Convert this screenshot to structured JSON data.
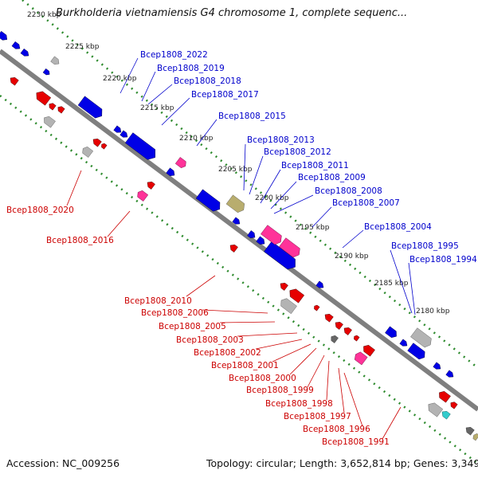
{
  "title": "Burkholderia vietnamiensis G4 chromosome 1, complete sequenc...",
  "footer": {
    "accession": "Accession: NC_009256",
    "stats": "Topology: circular; Length: 3,652,814 bp; Genes: 3,349"
  },
  "colors": {
    "backbone": "#7f7f7f",
    "ruler_dots": "#2e8b2e",
    "forward_gene": "#0000e6",
    "reverse_gene": "#e60000",
    "rna": "#ff3399",
    "other_feature": "#b3b3b3",
    "forward_label": "#0000cc",
    "reverse_label": "#cc0000"
  },
  "ticks": [
    "2230 kbp",
    "2225 kbp",
    "2220 kbp",
    "2215 kbp",
    "2210 kbp",
    "2205 kbp",
    "2200 kbp",
    "2195 kbp",
    "2190 kbp",
    "2185 kbp",
    "2180 kbp"
  ],
  "forward_labels": [
    "Bcep1808_2022",
    "Bcep1808_2019",
    "Bcep1808_2018",
    "Bcep1808_2017",
    "Bcep1808_2015",
    "Bcep1808_2013",
    "Bcep1808_2012",
    "Bcep1808_2011",
    "Bcep1808_2009",
    "Bcep1808_2008",
    "Bcep1808_2007",
    "Bcep1808_2004",
    "Bcep1808_1995",
    "Bcep1808_1994"
  ],
  "reverse_labels": [
    "Bcep1808_2020",
    "Bcep1808_2016",
    "Bcep1808_2010",
    "Bcep1808_2006",
    "Bcep1808_2005",
    "Bcep1808_2003",
    "Bcep1808_2002",
    "Bcep1808_2001",
    "Bcep1808_2000",
    "Bcep1808_1999",
    "Bcep1808_1998",
    "Bcep1808_1997",
    "Bcep1808_1996",
    "Bcep1808_1991"
  ]
}
